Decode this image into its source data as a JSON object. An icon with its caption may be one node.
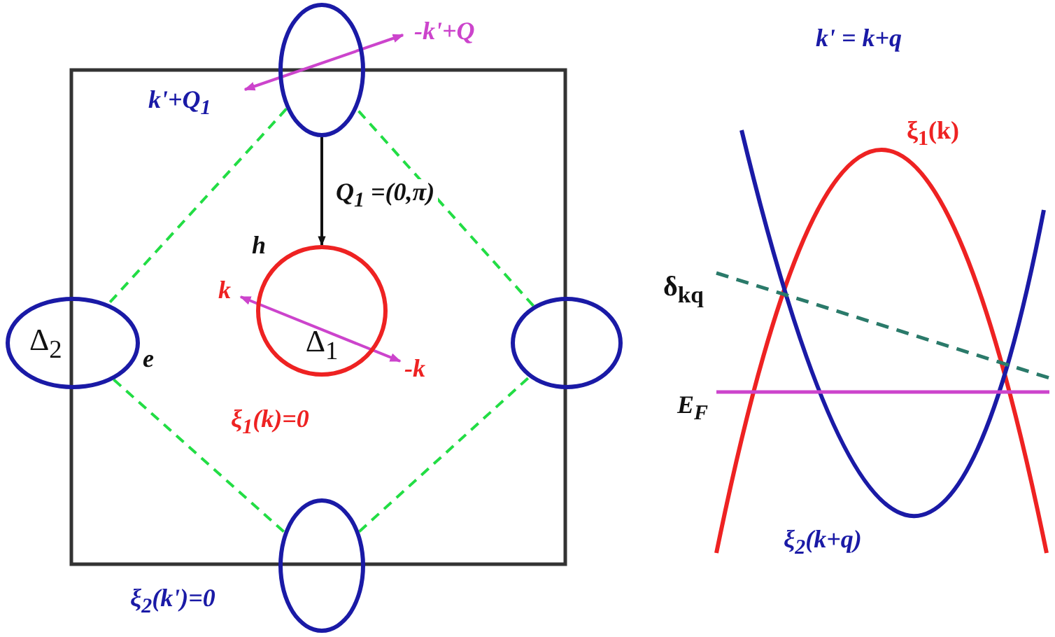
{
  "diagram": {
    "nodes": [
      {
        "text": [],
        "shape": "ellipse"
      },
      {
        "text": [
          "Δ$_{2}$"
        ]
      },
      {
        "text": [
          "Δ$_{1}$"
        ]
      },
      {
        "text": [],
        "shape": "ellipse"
      },
      {
        "text": [],
        "shape": "ellipse"
      }
    ],
    "edges": [
      {
        "from": 0,
        "to": 2,
        "arrow": "to",
        "label": "Q$_{1}$ =(0,π)",
        "color": "#111111"
      },
      {
        "from": 0,
        "to": 1,
        "arrow": "none",
        "style": "dashed",
        "color": "#22dd44"
      },
      {
        "from": 1,
        "to": 4,
        "arrow": "none",
        "style": "dashed",
        "color": "#22dd44"
      },
      {
        "from": 4,
        "to": 3,
        "arrow": "none",
        "style": "dashed",
        "color": "#22dd44"
      },
      {
        "from": 3,
        "to": 0,
        "arrow": "none",
        "style": "dashed",
        "color": "#22dd44"
      }
    ],
    "labels": [
      "-k'+Q",
      "k' = k+q",
      "k'+Q$_{1}$",
      "ξ$_{1}$(k)",
      "h",
      "k",
      "δ$_{kq}$",
      "e",
      "-k",
      "E$_{F}$",
      "ξ$_{1}$(k)=0",
      "ξ$_{2}$(k+q)",
      "ξ$_{2}$(k')=0"
    ]
  }
}
